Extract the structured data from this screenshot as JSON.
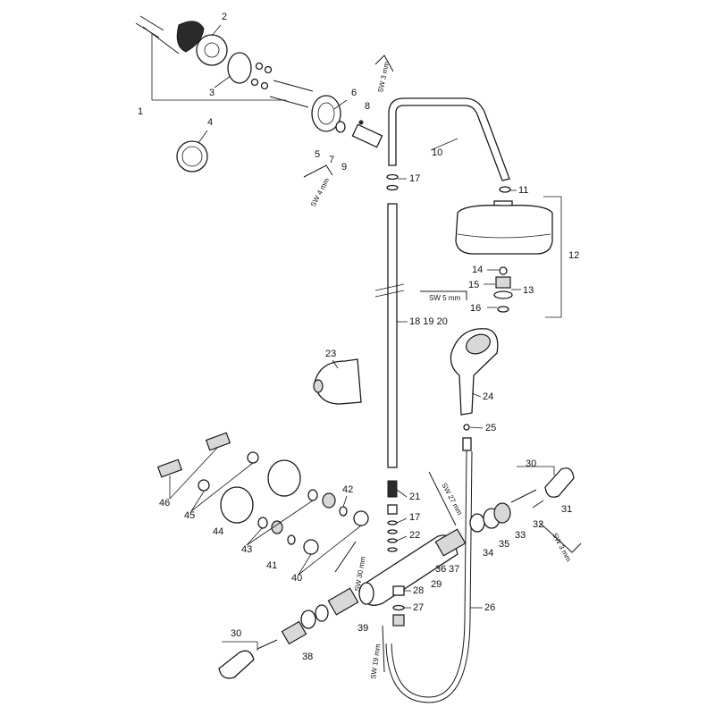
{
  "labels": {
    "l1": "1",
    "l2": "2",
    "l3": "3",
    "l4": "4",
    "l5": "5",
    "l6": "6",
    "l7": "7",
    "l8": "8",
    "l9": "9",
    "l10": "10",
    "l11": "11",
    "l12": "12",
    "l13": "13",
    "l14": "14",
    "l15": "15",
    "l16": "16",
    "l17a": "17",
    "l17b": "17",
    "l18": "18 19 20",
    "l21": "21",
    "l22": "22",
    "l23": "23",
    "l24": "24",
    "l25": "25",
    "l26": "26",
    "l27": "27",
    "l28": "28",
    "l29": "29",
    "l30a": "30",
    "l30b": "30",
    "l31": "31",
    "l32": "32",
    "l33": "33",
    "l34": "34",
    "l35": "35",
    "l36": "36",
    "l37": "37",
    "l38": "38",
    "l39": "39",
    "l40": "40",
    "l41": "41",
    "l42": "42",
    "l43": "43",
    "l44": "44",
    "l45": "45",
    "l46": "46"
  },
  "wrench_labels": {
    "sw3a": "SW 3 mm",
    "sw4": "SW 4 mm",
    "sw5": "SW 5 mm",
    "sw27": "SW 27 mm",
    "sw30": "SW 30 mm",
    "sw3b": "SW 3 mm",
    "sw19": "SW 19 mm"
  }
}
